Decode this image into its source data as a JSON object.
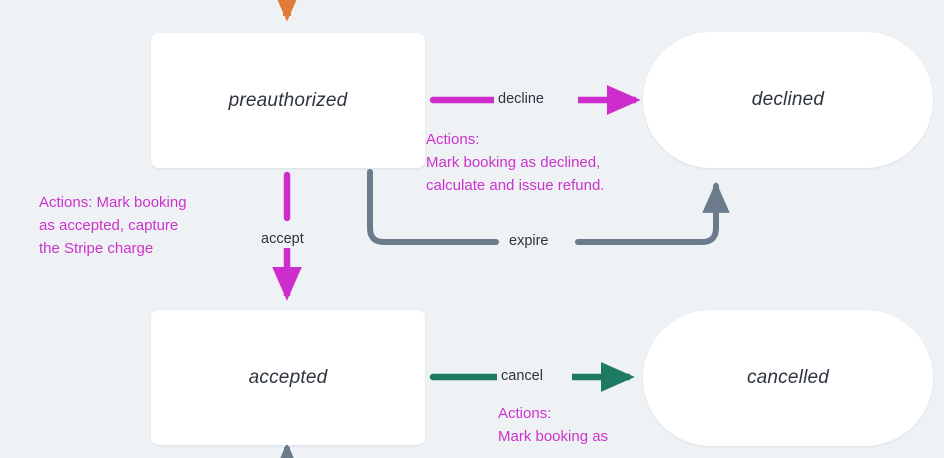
{
  "diagram": {
    "type": "state-machine",
    "title": "booking state machine",
    "background_color": "#eef2f5",
    "colors": {
      "node_fill": "#ffffff",
      "node_text": "#2e3440",
      "magenta": "#cc33cc",
      "magenta_arrow": "#cc2dcc",
      "green_arrow": "#1e7a63",
      "gray_arrow": "#6b7b8c",
      "orange_arrow": "#e07b39",
      "edge_label_text": "#2e3440"
    },
    "states": [
      {
        "id": "preauthorized",
        "label": "preauthorized",
        "shape": "rect"
      },
      {
        "id": "declined",
        "label": "declined",
        "shape": "pill"
      },
      {
        "id": "accepted",
        "label": "accepted",
        "shape": "rect"
      },
      {
        "id": "cancelled",
        "label": "cancelled",
        "shape": "pill"
      }
    ],
    "transitions": [
      {
        "id": "entry",
        "label": "",
        "from": "",
        "to": "preauthorized",
        "color": "#e07b39"
      },
      {
        "id": "decline",
        "label": "decline",
        "from": "preauthorized",
        "to": "declined",
        "color": "#cc2dcc"
      },
      {
        "id": "expire",
        "label": "expire",
        "from": "preauthorized",
        "to": "declined",
        "color": "#6b7b8c"
      },
      {
        "id": "accept",
        "label": "accept",
        "from": "preauthorized",
        "to": "accepted",
        "color": "#cc2dcc"
      },
      {
        "id": "cancel",
        "label": "cancel",
        "from": "accepted",
        "to": "cancelled",
        "color": "#1e7a63"
      }
    ],
    "notes": [
      {
        "id": "note-accept",
        "text": "Actions: Mark booking\nas accepted, capture\nthe Stripe charge",
        "color": "#cc33cc"
      },
      {
        "id": "note-decline",
        "text": "Actions:\nMark booking as declined,\ncalculate and issue refund.",
        "color": "#cc33cc"
      },
      {
        "id": "note-cancel",
        "text": "Actions:\nMark booking as",
        "color": "#cc33cc"
      }
    ]
  }
}
